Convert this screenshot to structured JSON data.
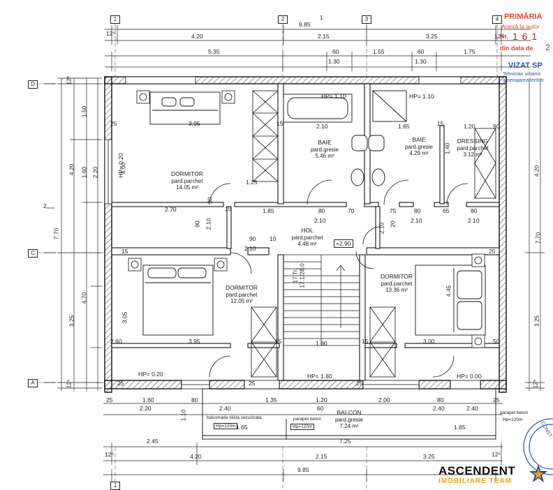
{
  "grid": {
    "cols": [
      "1",
      "2",
      "3",
      "4"
    ],
    "rows": [
      "D",
      "C",
      "A"
    ],
    "marker_2": "2",
    "marker_1": "1"
  },
  "rooms": {
    "dormitor1": {
      "name": "DORMITOR",
      "floor": "pard.parchet",
      "area": "14.05 m²"
    },
    "baie1": {
      "name": "BAIE",
      "floor": "pard.gresie",
      "area": "5.46 m²"
    },
    "baie2": {
      "name": "BAIE",
      "floor": "pard.gresie",
      "area": "4.29 m²"
    },
    "dressing": {
      "name": "DRESSING",
      "floor": "pard.parchet",
      "area": "3.12 m²"
    },
    "hol": {
      "name": "HOL",
      "floor": "pard.parchet",
      "area": "4.48 m²"
    },
    "dormitor2": {
      "name": "DORMITOR",
      "floor": "pard.parchet",
      "area": "12.05 m²"
    },
    "dormitor3": {
      "name": "DORMITOR",
      "floor": "pard.parchet",
      "area": "13.36 m²"
    },
    "balcon": {
      "name": "BALCON",
      "floor": "pard.gresie",
      "area": "7.24 m²"
    }
  },
  "annotations": {
    "level": "+2.90",
    "stair": "17 Tr.",
    "stair2": "17.1/28.0",
    "balustrade": "balustrada sticla securizata",
    "balustrade_h": "Hp=120m",
    "parapet": "parapet beton",
    "parapet_h": "Hp=120m",
    "parapet_r": "parapet beton",
    "parapet_r_h": "Hp=120m"
  },
  "hp_labels": {
    "baie1": "HP= 1.10",
    "baie2": "HP= 1.10",
    "dorm2": "HP= 0.20",
    "hol": "HP= 1.80",
    "dorm3": "HP= 0.00",
    "dorm1_side": "HP= 0.20"
  },
  "top_dims": {
    "row1": [
      "12⁵",
      "4.20",
      "2.15",
      "3.25",
      "12⁵"
    ],
    "total": "9.85",
    "row2": [
      "5.35",
      "60",
      "1.55",
      "60",
      "1.75"
    ],
    "row2b": [
      "1.30",
      "1.30"
    ]
  },
  "inner_dims": {
    "d1": [
      "3.95",
      "2.10",
      "1.65",
      "1.20"
    ],
    "d2": [
      "2.70",
      "1.85",
      "80",
      "70",
      "75",
      "80",
      "65",
      "80"
    ],
    "d3": [
      "2.10",
      "2.10",
      "2.10"
    ],
    "d4": [
      "90",
      "10",
      "2.10"
    ],
    "d5": [
      "3.95",
      "1.90",
      "3.00"
    ],
    "misc": [
      "1.25",
      "30",
      "15",
      "15",
      "15",
      "15",
      "15",
      "15",
      "25",
      "25",
      "25",
      "25",
      "25",
      "2.60",
      "90",
      "50",
      "1.40",
      "2.10",
      "20",
      "90",
      "2.10"
    ]
  },
  "bottom_dims": {
    "row1": [
      "25",
      "1.60",
      "80",
      "1.35",
      "1.20",
      "2.00",
      "80",
      "25"
    ],
    "row2": [
      "2.20",
      "2.40",
      "60",
      "2.40",
      "2.40"
    ],
    "row3": [
      "1.65",
      "1.65"
    ],
    "row4": [
      "2.45",
      "7.25"
    ],
    "row5": [
      "12⁵",
      "4.20",
      "2.15",
      "3.25",
      "12⁵"
    ],
    "total": "9.85",
    "side": "1.10"
  },
  "left_dims": {
    "outer": [
      "12⁵",
      "4.20",
      "7.70",
      "3.25",
      "12⁵"
    ],
    "mid": [
      "1.50",
      "1.60",
      "4.70"
    ],
    "inner": [
      "2.20",
      "3.05"
    ],
    "window": [
      "HP= 0.20",
      "4.00"
    ]
  },
  "right_dims": {
    "outer": [
      "4.20",
      "7.70",
      "3.25",
      "12⁵"
    ],
    "inner": [
      "4.45"
    ]
  },
  "stamp": {
    "l1": "PRIMĂRIA",
    "l2": "Anexă la autor",
    "l3": "Nr.",
    "l3v": "1 6 1",
    "l4": "din data de",
    "l4v": "2",
    "l5": "VIZAT SP",
    "l6": "Tehnician urbanis",
    "l7": "amenajarea teritori"
  },
  "seal": {
    "text": "CONST"
  },
  "logo": {
    "line1": "ASCENDENT",
    "line2": "IMOBILIARE TEAM",
    "accent": "#f0a21a"
  }
}
